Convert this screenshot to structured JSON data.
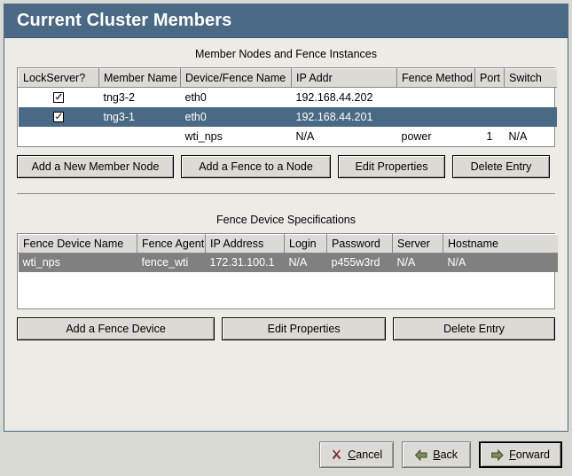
{
  "window": {
    "title": "Current Cluster Members"
  },
  "members_section": {
    "title": "Member Nodes and Fence Instances",
    "columns": [
      "LockServer?",
      "Member Name",
      "Device/Fence Name",
      "IP Addr",
      "Fence Method",
      "Port",
      "Switch"
    ],
    "rows": [
      {
        "lockserver_checked": true,
        "member_name": "tng3-2",
        "device_fence_name": "eth0",
        "ip_addr": "192.168.44.202",
        "fence_method": "",
        "port": "",
        "switch": "",
        "selected": false
      },
      {
        "lockserver_checked": true,
        "member_name": "tng3-1",
        "device_fence_name": "eth0",
        "ip_addr": "192.168.44.201",
        "fence_method": "",
        "port": "",
        "switch": "",
        "selected": true
      },
      {
        "lockserver_checked": false,
        "member_name": "",
        "device_fence_name": "wti_nps",
        "ip_addr": "N/A",
        "fence_method": "power",
        "port": "1",
        "switch": "N/A",
        "selected": false
      }
    ],
    "buttons": {
      "add_member": "Add a New Member Node",
      "add_fence": "Add a Fence to a Node",
      "edit_properties": "Edit Properties",
      "delete_entry": "Delete Entry"
    }
  },
  "fence_section": {
    "title": "Fence Device Specifications",
    "columns": [
      "Fence Device Name",
      "Fence Agent",
      "IP Address",
      "Login",
      "Password",
      "Server",
      "Hostname"
    ],
    "rows": [
      {
        "fence_device_name": "wti_nps",
        "fence_agent": "fence_wti",
        "ip_address": "172.31.100.1",
        "login": "N/A",
        "password": "p455w3rd",
        "server": "N/A",
        "hostname": "N/A",
        "selected": true
      }
    ],
    "buttons": {
      "add_fence_device": "Add a Fence Device",
      "edit_properties": "Edit Properties",
      "delete_entry": "Delete Entry"
    }
  },
  "footer": {
    "cancel": {
      "prefix": "",
      "mnemonic": "C",
      "suffix": "ancel",
      "icon": "close-x-icon"
    },
    "back": {
      "prefix": "",
      "mnemonic": "B",
      "suffix": "ack",
      "icon": "arrow-left-icon"
    },
    "forward": {
      "prefix": "",
      "mnemonic": "F",
      "suffix": "orward",
      "icon": "arrow-right-icon"
    }
  },
  "colors": {
    "accent_blue": "#4a6984",
    "selection_gray": "#808080",
    "panel_bg": "#edebe6",
    "control_bg": "#dcdad5"
  }
}
